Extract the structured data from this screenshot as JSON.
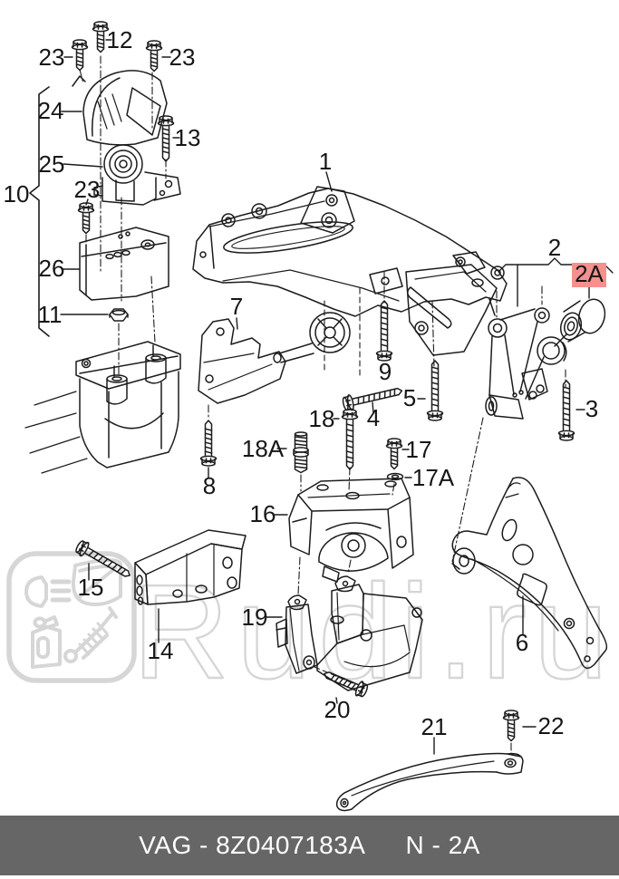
{
  "footer": {
    "catalog_code": "VAG - 8Z0407183A",
    "section_code": "N - 2A",
    "bar_color": "#666667",
    "text_color": "#ffffff"
  },
  "watermark": {
    "text": "Rudi.ru",
    "color": "#d6d6d6",
    "icons": [
      "headlight-icon",
      "car-door-icon",
      "oil-canister-icon",
      "shock-absorber-icon"
    ]
  },
  "diagram": {
    "line_color": "#1c1c1c",
    "highlight_bg": "#f5908e",
    "highlight_text": "#c23b3b",
    "callouts": [
      {
        "id": "1",
        "text": "1"
      },
      {
        "id": "2",
        "text": "2"
      },
      {
        "id": "2A",
        "text": "2A",
        "highlighted": true
      },
      {
        "id": "3",
        "text": "3"
      },
      {
        "id": "4",
        "text": "4"
      },
      {
        "id": "5",
        "text": "5"
      },
      {
        "id": "6",
        "text": "6"
      },
      {
        "id": "7",
        "text": "7"
      },
      {
        "id": "8",
        "text": "8"
      },
      {
        "id": "9",
        "text": "9"
      },
      {
        "id": "10",
        "text": "10"
      },
      {
        "id": "11",
        "text": "11"
      },
      {
        "id": "12",
        "text": "12"
      },
      {
        "id": "13",
        "text": "13"
      },
      {
        "id": "14",
        "text": "14"
      },
      {
        "id": "15",
        "text": "15"
      },
      {
        "id": "16",
        "text": "16"
      },
      {
        "id": "17",
        "text": "17"
      },
      {
        "id": "17A",
        "text": "17A"
      },
      {
        "id": "18",
        "text": "18"
      },
      {
        "id": "18A",
        "text": "18A"
      },
      {
        "id": "19",
        "text": "19"
      },
      {
        "id": "20",
        "text": "20"
      },
      {
        "id": "21",
        "text": "21"
      },
      {
        "id": "22",
        "text": "22"
      },
      {
        "id": "23a",
        "text": "23"
      },
      {
        "id": "23b",
        "text": "23"
      },
      {
        "id": "23c",
        "text": "23"
      },
      {
        "id": "24",
        "text": "24"
      },
      {
        "id": "25",
        "text": "25"
      },
      {
        "id": "26",
        "text": "26"
      }
    ]
  }
}
